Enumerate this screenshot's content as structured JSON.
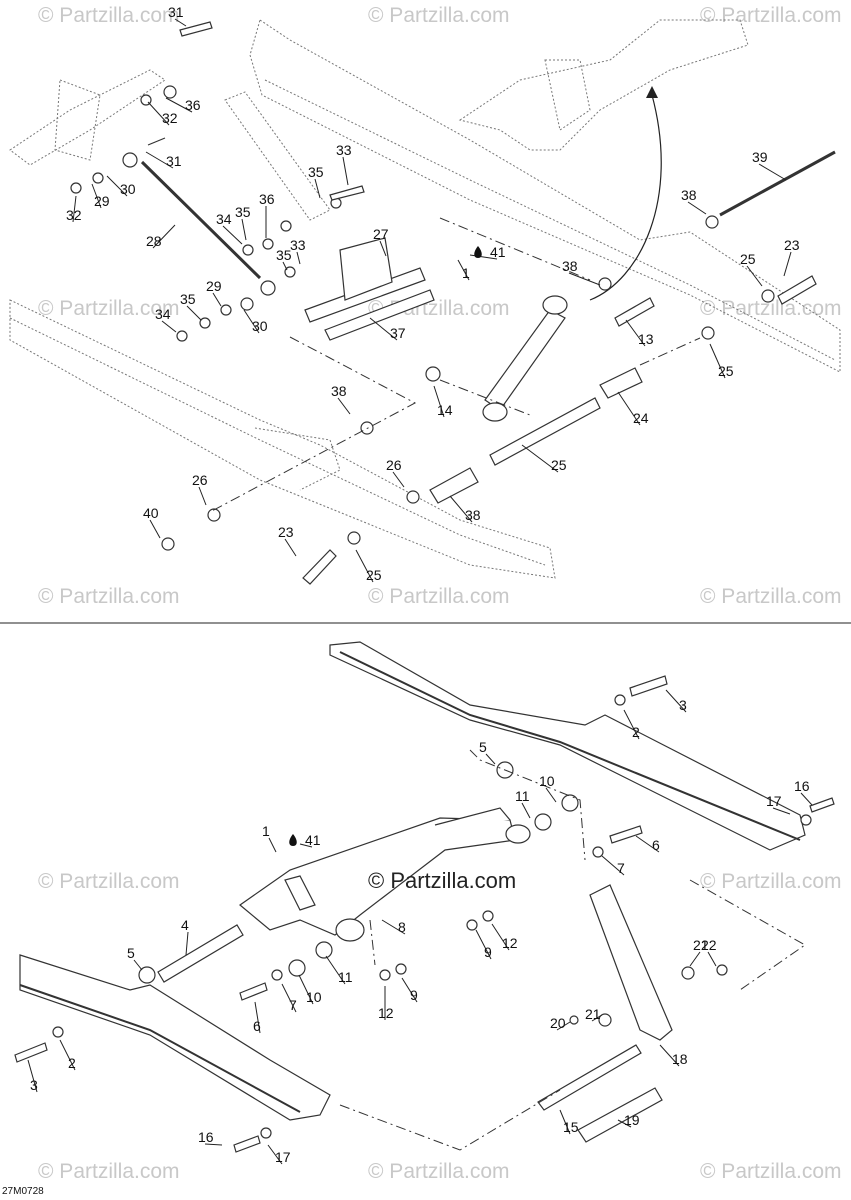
{
  "diagram": {
    "watermark_text": "Partzilla.com",
    "watermark_symbol": "©",
    "drawing_code": "27M0728",
    "lube_symbol": "drop-icon",
    "top_callouts": [
      "31",
      "36",
      "32",
      "31",
      "33",
      "35",
      "30",
      "29",
      "32",
      "36",
      "35",
      "34",
      "28",
      "27",
      "35",
      "33",
      "41",
      "1",
      "38",
      "39",
      "38",
      "23",
      "25",
      "29",
      "35",
      "34",
      "30",
      "37",
      "13",
      "25",
      "14",
      "38",
      "26",
      "24",
      "25",
      "26",
      "38",
      "40",
      "23",
      "25"
    ],
    "bottom_callouts": [
      "3",
      "2",
      "5",
      "10",
      "11",
      "16",
      "17",
      "1",
      "41",
      "6",
      "7",
      "4",
      "8",
      "5",
      "9",
      "12",
      "11",
      "10",
      "7",
      "21",
      "22",
      "20",
      "21",
      "6",
      "12",
      "9",
      "3",
      "2",
      "18",
      "15",
      "19",
      "16",
      "17"
    ]
  }
}
